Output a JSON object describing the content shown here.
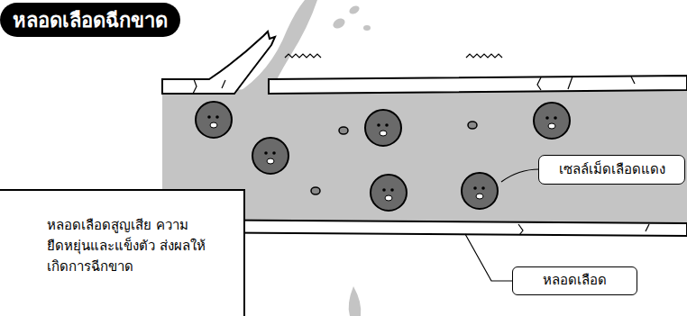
{
  "diagram": {
    "title": "หลอดเลือดฉีกขาด",
    "nodes": [
      {
        "text": [
          "หลอดเลือดสูญเสีย ความยืดหยุ่นและแข็งตัว ส่งผลให้เกิดการฉีกขาด"
        ]
      },
      {
        "text": [
          "เซลล์เม็ดเลือดแดง"
        ]
      },
      {
        "text": [
          "หลอดเลือด"
        ]
      }
    ]
  }
}
